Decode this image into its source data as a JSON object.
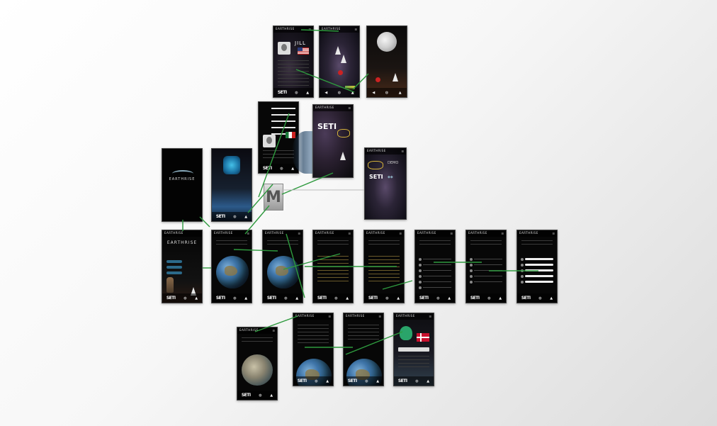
{
  "app": {
    "brand": "EARTHRISE",
    "partner_badge": "SETI"
  },
  "screens": [
    {
      "id": "profile-jill",
      "label": "JILL"
    },
    {
      "id": "launch-rocket"
    },
    {
      "id": "moon"
    },
    {
      "id": "avatar-editor"
    },
    {
      "id": "seti-about",
      "label": "SETI"
    },
    {
      "id": "partners",
      "label": "DEMO"
    },
    {
      "id": "splash",
      "label": "EARTHRISE"
    },
    {
      "id": "hologram"
    },
    {
      "id": "maintenance",
      "label": "M"
    },
    {
      "id": "login",
      "label": "EARTHRISE"
    },
    {
      "id": "globe-1"
    },
    {
      "id": "globe-2"
    },
    {
      "id": "list-1"
    },
    {
      "id": "list-2"
    },
    {
      "id": "list-3"
    },
    {
      "id": "list-4"
    },
    {
      "id": "list-5"
    },
    {
      "id": "planet"
    },
    {
      "id": "menu-globe-1"
    },
    {
      "id": "menu-globe-2"
    },
    {
      "id": "profile-dk"
    }
  ],
  "colors": {
    "link": "#2e9a3e",
    "background_light": "#f7f7f7",
    "screen_bg": "#111111"
  }
}
